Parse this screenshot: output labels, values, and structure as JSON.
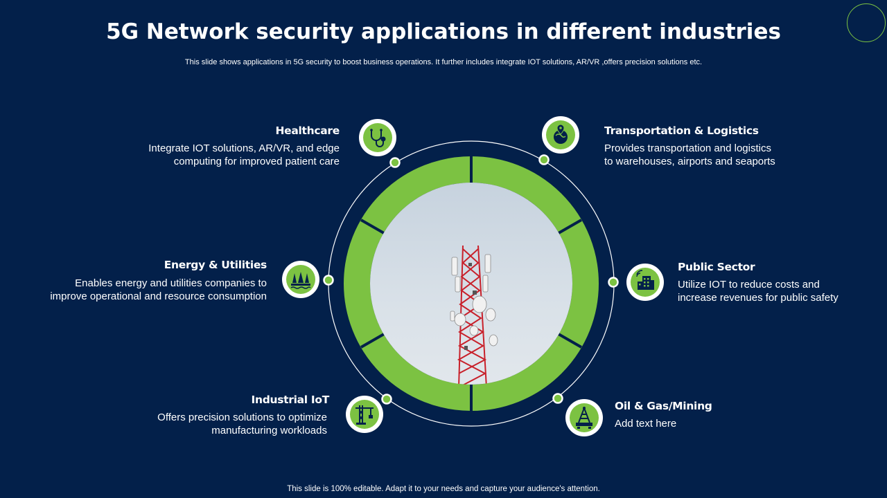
{
  "slide": {
    "title": "5G Network security applications in different industries",
    "subtitle": "This slide shows applications in 5G security to boost business operations. It further includes integrate IOT solutions, AR/VR ,offers precision solutions etc.",
    "footer": "This slide is 100% editable. Adapt it to your needs and capture your audience's attention."
  },
  "colors": {
    "background": "#03204a",
    "accent_green": "#7cc242",
    "text": "#ffffff"
  },
  "industries": [
    {
      "title": "Healthcare",
      "desc_line1": "Integrate  IOT solutions, AR/VR, and edge",
      "desc_line2": "computing for improved patient care",
      "icon": "stethoscope-icon"
    },
    {
      "title": "Transportation & Logistics",
      "desc_line1": "Provides transportation and logistics",
      "desc_line2": "to warehouses, airports and seaports",
      "icon": "globe-location-icon"
    },
    {
      "title": "Energy & Utilities",
      "desc_line1": "Enables energy and utilities companies to",
      "desc_line2": "improve operational and resource consumption",
      "icon": "power-plant-icon"
    },
    {
      "title": "Public Sector",
      "desc_line1": "Utilize IOT to reduce costs and",
      "desc_line2": "increase revenues for public safety",
      "icon": "smart-building-icon"
    },
    {
      "title": "Industrial IoT",
      "desc_line1": "Offers precision solutions to optimize",
      "desc_line2": "manufacturing workloads",
      "icon": "crane-icon"
    },
    {
      "title": "Oil & Gas/Mining",
      "desc_line1": "Add text here",
      "desc_line2": "",
      "icon": "oil-rig-icon"
    }
  ]
}
